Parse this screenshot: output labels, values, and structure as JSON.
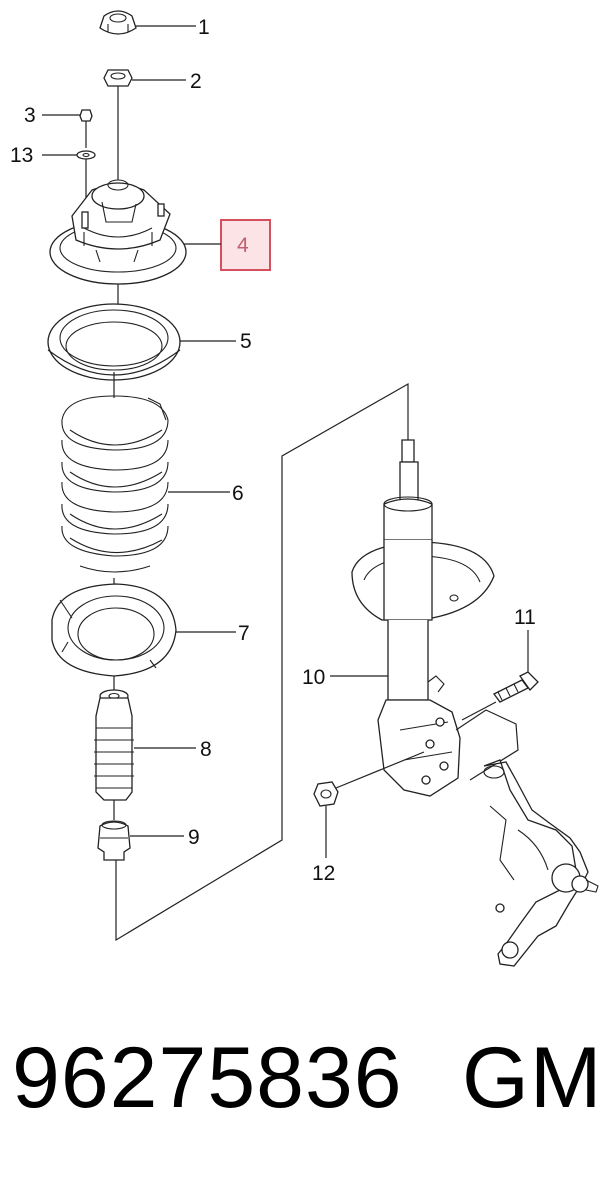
{
  "diagram": {
    "callouts": [
      {
        "id": "1",
        "label": "1",
        "highlighted": false
      },
      {
        "id": "2",
        "label": "2",
        "highlighted": false
      },
      {
        "id": "3",
        "label": "3",
        "highlighted": false
      },
      {
        "id": "13",
        "label": "13",
        "highlighted": false
      },
      {
        "id": "4",
        "label": "4",
        "highlighted": true
      },
      {
        "id": "5",
        "label": "5",
        "highlighted": false
      },
      {
        "id": "6",
        "label": "6",
        "highlighted": false
      },
      {
        "id": "7",
        "label": "7",
        "highlighted": false
      },
      {
        "id": "8",
        "label": "8",
        "highlighted": false
      },
      {
        "id": "9",
        "label": "9",
        "highlighted": false
      },
      {
        "id": "10",
        "label": "10",
        "highlighted": false
      },
      {
        "id": "11",
        "label": "11",
        "highlighted": false
      },
      {
        "id": "12",
        "label": "12",
        "highlighted": false
      }
    ],
    "highlight_color": "#d4505e",
    "highlight_fill": "#fbe3e6"
  },
  "footer": {
    "part_number": "96275836",
    "brand": "GM"
  }
}
